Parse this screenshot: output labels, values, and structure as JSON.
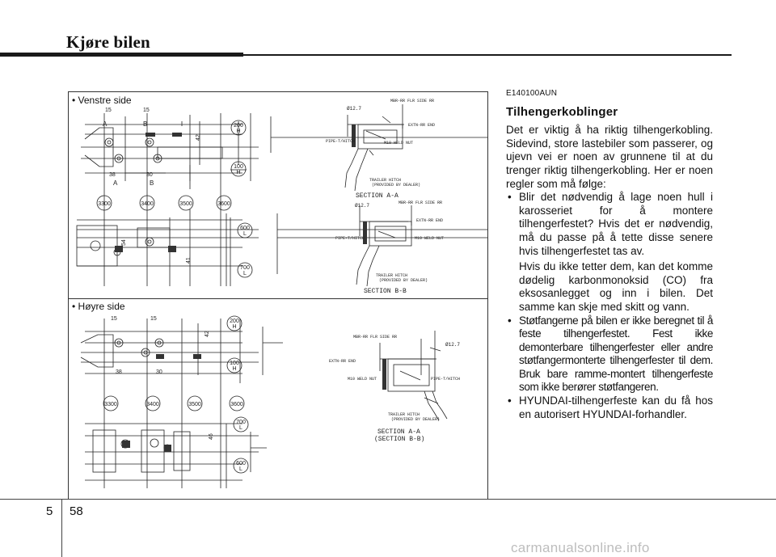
{
  "header": {
    "title": "Kjøre bilen"
  },
  "figure": {
    "left_label": "• Venstre side",
    "right_label": "• Høyre side",
    "top_dims": [
      "15",
      "15",
      "42",
      "38",
      "30",
      "54",
      "41"
    ],
    "top_circles": [
      "3300",
      "3400",
      "3500",
      "3600"
    ],
    "top_side_circles": [
      {
        "n": "200",
        "l": "H"
      },
      {
        "n": "100",
        "l": "H"
      },
      {
        "n": "600",
        "l": "L"
      },
      {
        "n": "700",
        "l": "L"
      }
    ],
    "section_aa": "SECTION A-A",
    "section_bb": "SECTION B-B",
    "bottom_section": "SECTION A-A",
    "bottom_section_sub": "(SECTION B-B)",
    "bottom_circles": [
      "3300",
      "3400",
      "3500",
      "3600"
    ],
    "bottom_side_circles": [
      {
        "n": "200",
        "l": "H"
      },
      {
        "n": "100",
        "l": "H"
      },
      {
        "n": "700",
        "l": "L"
      },
      {
        "n": "600",
        "l": "L"
      }
    ],
    "bottom_dims": [
      "15",
      "15",
      "42",
      "38",
      "30",
      "46"
    ],
    "diameter": "Ø12.7",
    "callouts": [
      "MBR-RR FLR SIDE RR",
      "EXTN-RR END",
      "PIPE-T/HITCH",
      "M10 WELD NUT",
      "TRAILER HITCH",
      "(PROVIDED BY DEALER)"
    ]
  },
  "article": {
    "code": "E140100AUN",
    "heading": "Tilhengerkoblinger",
    "intro": "Det er viktig å ha riktig tilhengerkobling. Sidevind, store lastebiler som passerer, og ujevn vei er noen av grunnene til at du trenger riktig tilhengerkobling. Her er noen regler som må følge:",
    "bullets": [
      "Blir det nødvendig å lage noen hull i karosseriet for å montere tilhengerfestet? Hvis det er nødvendig, må du passe på å tette disse senere hvis tilhengerfestet tas av.",
      "Støtfangerne på bilen er ikke beregnet til å feste tilhengerfestet. Fest ikke demonterbare tilhengerfester eller andre støtfangermonterte tilhengerfester til dem. Bruk bare ramme-montert tilhengerfeste som ikke berører støtfangeren.",
      "HYUNDAI-tilhengerfeste kan du få hos en autorisert HYUNDAI-forhandler."
    ],
    "bullet1_sub": "Hvis du ikke tetter dem, kan det komme dødelig karbonmonoksid (CO) fra eksosanlegget og inn i bilen. Det samme kan skje med skitt og vann."
  },
  "footer": {
    "chapter": "5",
    "page": "58"
  },
  "watermark": "carmanualsonline.info"
}
